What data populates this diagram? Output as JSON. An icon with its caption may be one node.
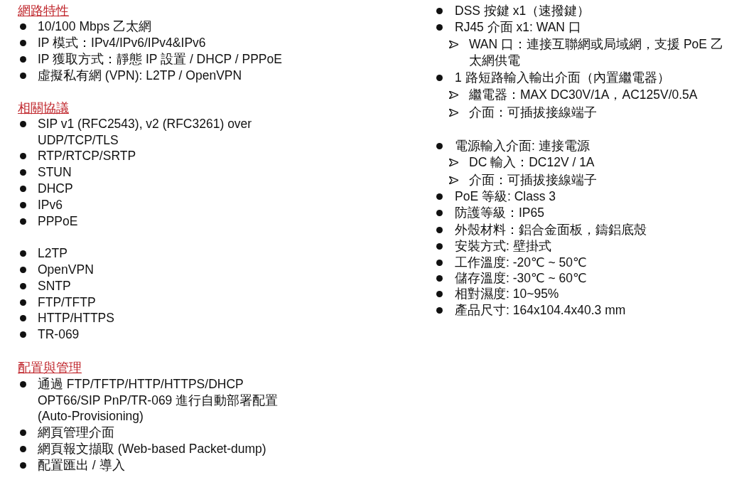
{
  "diagram": {
    "labels": [
      "網路特性",
      "10/100 Mbps 乙太網",
      "IP  模式：IPv4/IPv6/IPv4&IPv6",
      "IP 獲取方式：靜態 IP  設置  / DHCP / PPPoE",
      "虛擬私有網  (VPN): L2TP / OpenVPN",
      "相關協議",
      "SIP v1 (RFC2543), v2 (RFC3261) over UDP/TCP/TLS",
      "RTP/RTCP/SRTP",
      "STUN",
      "DHCP",
      "IPv6",
      "PPPoE",
      "L2TP",
      "OpenVPN",
      "SNTP",
      "FTP/TFTP",
      "HTTP/HTTPS",
      "TR-069",
      "配置與管理",
      "通過 FTP/TFTP/HTTP/HTTPS/DHCP OPT66/SIP PnP/TR-069 進行自動部署配置 (Auto-Provisioning)",
      "網頁管理介面",
      "網頁報文擷取  (Web-based Packet-dump)",
      "配置匯出  /  導入",
      "DSS 按鍵  x1（速撥鍵）",
      "RJ45 介面 x1: WAN 口",
      "WAN 口：連接互聯網或局域網，支援 PoE 乙太網供電",
      "1 路短路輸入輸出介面（內置繼電器）",
      "繼電器：MAX DC30V/1A，AC125V/0.5A",
      "介面：可插拔接線端子",
      "電源輸入介面:  連接電源",
      "DC 輸入：DC12V / 1A",
      "介面：可插拔接線端子",
      "PoE 等級: Class 3",
      "防護等級：IP65",
      "外殼材料：鋁合金面板，鑄鋁底殼",
      "安裝方式:  壁掛式",
      "工作溫度: -20℃ ~ 50℃",
      "儲存溫度: -30℃ ~ 60℃",
      "相對濕度: 10~95%",
      "產品尺寸: 164x104.4x40.3 mm"
    ]
  }
}
